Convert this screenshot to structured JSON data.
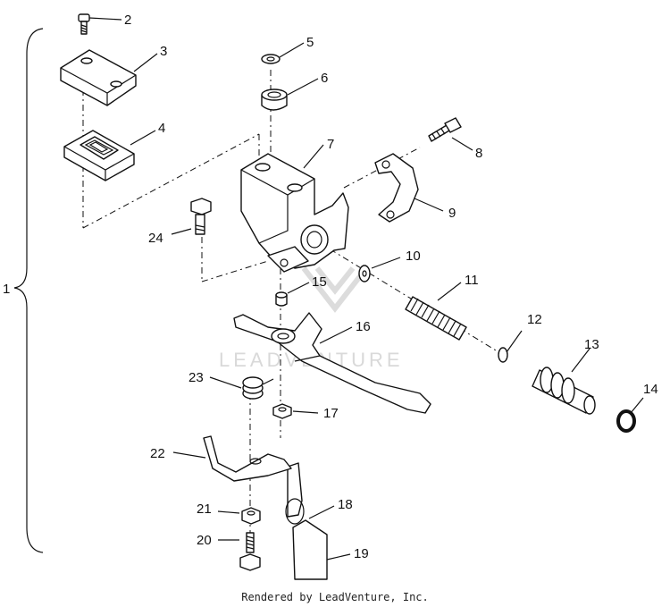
{
  "callouts": {
    "c1": "1",
    "c2": "2",
    "c3": "3",
    "c4": "4",
    "c5": "5",
    "c6": "6",
    "c7": "7",
    "c8": "8",
    "c9": "9",
    "c10": "10",
    "c11": "11",
    "c12": "12",
    "c13": "13",
    "c14": "14",
    "c15": "15",
    "c16": "16",
    "c17": "17",
    "c18": "18",
    "c19": "19",
    "c20": "20",
    "c21": "21",
    "c22": "22",
    "c23": "23",
    "c24": "24"
  },
  "watermark": "LEADVENTURE",
  "credit": "Rendered by LeadVenture, Inc."
}
